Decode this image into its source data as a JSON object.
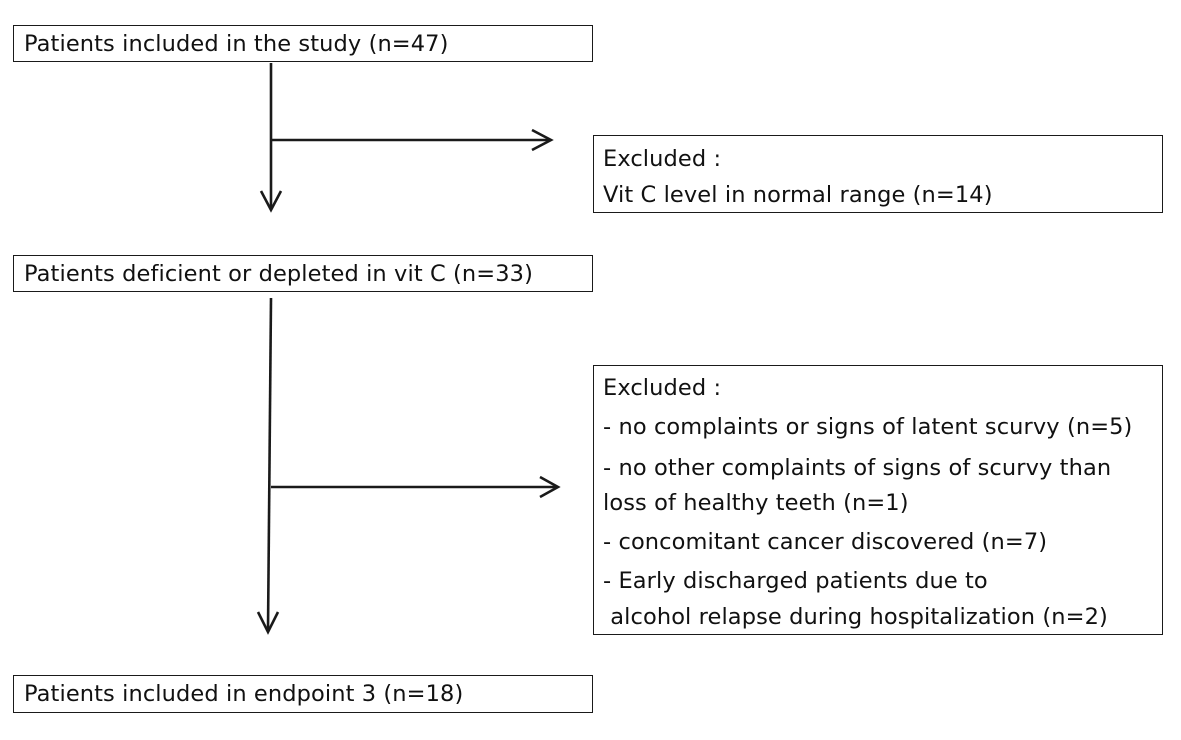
{
  "boxes": {
    "study": {
      "lines": [
        "Patients included in the study (n=47)"
      ]
    },
    "excluded_1": {
      "lines": [
        "Excluded :",
        "Vit C level in normal range (n=14)"
      ]
    },
    "deficient": {
      "lines": [
        "Patients deficient or depleted in vit C (n=33)"
      ]
    },
    "excluded_2": {
      "lines": [
        "Excluded :",
        "- no complaints or signs of latent scurvy (n=5)",
        "- no other complaints of signs of scurvy than",
        "loss of healthy teeth (n=1)",
        "- concomitant cancer discovered (n=7)",
        "- Early discharged patients due to",
        " alcohol relapse during hospitalization (n=2)"
      ]
    },
    "endpoint": {
      "lines": [
        "Patients included in endpoint 3 (n=18)"
      ]
    }
  },
  "colors": {
    "stroke": "#1a1a1a",
    "background": "#ffffff",
    "text": "#111111"
  }
}
